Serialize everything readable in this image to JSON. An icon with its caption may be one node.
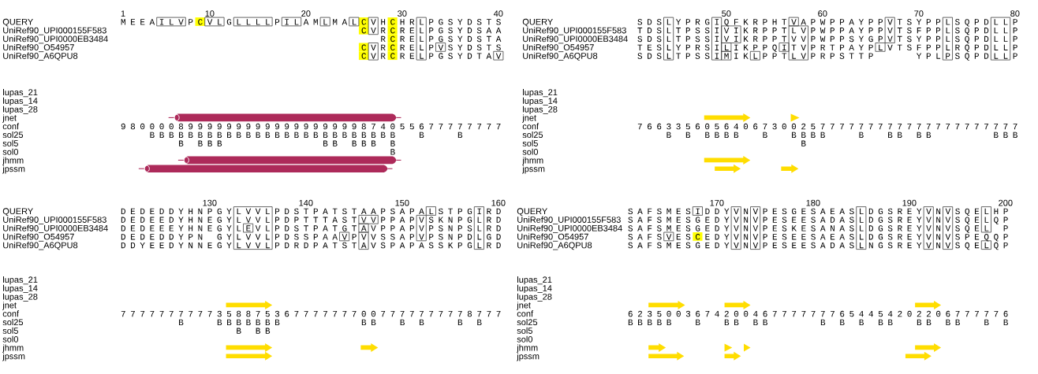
{
  "diagram": {
    "labels": [
      "1",
      "10",
      "20",
      "30",
      "40",
      "QUERY",
      "M E E A I L V P C V L G L L L L P I L A M L M A L C V H C H R L P G S Y D S T S",
      "UniRef90_UPI000155F583",
      "C V R C R E L P G S Y D S A A",
      "UniRef90_UPI0000EB3484",
      "R C R E L P G S Y D S T A",
      "UniRef90_O54957",
      "C V R C R E L P V S Y D S T S",
      "UniRef90_A6QPU8",
      "C V R C R E L P G S Y D T A V",
      "lupas_21",
      "lupas_14",
      "lupas_28",
      "jnet",
      "conf",
      "9 8 0 0 0 0 8 9 9 9 9 9 9 9 9 9 9 9 9 9 9 9 9 9 9 8 7 4 0 5 5 6 7 7 7 7 7 7 7 7",
      "sol25",
      "B B B B B B B B B B B B B B B B B B B B B B B B B B",
      "B",
      "B",
      "sol5",
      "B",
      "B B B",
      "B B",
      "B B B",
      "B",
      "sol0",
      "B",
      "jhmm",
      "jpssm",
      "50",
      "60",
      "70",
      "80",
      "QUERY",
      "S D S L Y P R G I Q F K R P H T V A P W P P A Y P P V T S Y P P L S Q P D L L P",
      "UniRef90_UPI000155F583",
      "T D S L T P S S I V I K R P P T L V P W P P A Y P P V T S F P P L S Q P D L L P",
      "UniRef90_UPI0000EB3484",
      "S D S L T P S S I V I K R P P T V V P W P P S Y G P V T S Y P P L S Q P D L L P",
      "UniRef90_O54957",
      "T E S L Y P R S I L I K P P Q I T V P R T P A Y P L V T S F P P L R Q P D L L P",
      "UniRef90_A6QPU8",
      "S D S L T P S S I M I K L P P T L V P R P S T T P",
      "Y P L P S Q P D L L P",
      "lupas_21",
      "lupas_14",
      "lupas_28",
      "jnet",
      "conf",
      "7 6 6 3 3 5 6 0 5 6 4 0 6 7 3 0 0 2 5 7 7 7 7 7 7 7 7 7 7 7 7 7 7 7 7 7 7 7 7 7",
      "sol25",
      "B",
      "B",
      "B B B B",
      "B",
      "B B B B",
      "B",
      "B B",
      "B B",
      "B B B",
      "sol5",
      "B",
      "sol0",
      "jhmm",
      "jpssm",
      "130",
      "140",
      "150",
      "160",
      "QUERY",
      "D E D E D D Y H N P G Y L V V L P D S T P A T S T A A P S A P A L S T P G I R D",
      "UniRef90_UPI000155F583",
      "D E D E E D Y H N E G Y L V V L P D P T T T A S T V V P P A P V S K N P G L R D",
      "UniRef90_UPI0000EB3484",
      "D E D E E E Y H N E G Y L E V L P D S T P A T G T A V P P A P V P S N P S L R D",
      "UniRef90_O54957",
      "D E D E D D Y P N",
      "G Y L V V L P D S S P A A V P V V S S A P V P S N P D L G D",
      "UniRef90_A6QPU8",
      "D D Y E E D Y N N E G Y L V V L P D R D P A T S T A V S P A P A S S K P G L R D",
      "lupas_21",
      "lupas_14",
      "lupas_28",
      "jnet",
      "conf",
      "7 7 7 7 7 7 7 7 7 7 3 5 8 8 7 5 3 6 7 7 7 7 7 7 7 0 0 7 7 7 7 7 7 7 7 7 8 7 7 7",
      "sol25",
      "B",
      "B B B B B B B",
      "B B",
      "B",
      "B",
      "B",
      "B",
      "sol5",
      "B",
      "B B",
      "sol0",
      "jhmm",
      "jpssm",
      "170",
      "180",
      "190",
      "200",
      "QUERY",
      "S A F S M E S I D D Y V N V P E S G E S A E A S L D G S R E Y V N V S Q E L H P",
      "UniRef90_UPI000155F583",
      "S A F S M E S G E D Y V N V P E S E E S A D A S L D G S R E Y V N V S Q E L Q P",
      "UniRef90_UPI0000EB3484",
      "S A F S M E S G E D Y V N V P E S K E S A N A S L D G S R E Y V N V S Q E L",
      "P",
      "UniRef90_O54957",
      "S A F S V E S C E D Y V N V P E S E E S A E A S L D G S R E Y V N V S P E Q Q P",
      "UniRef90_A6QPU8",
      "S A F S M E S G E D Y V N V P E S E E S A D A S L N G S R E Y V N V S Q E L Q P",
      "lupas_21",
      "lupas_14",
      "lupas_28",
      "jnet",
      "conf",
      "6 2 3 5 0 0 3 6 7 4 2 0 0 4 6 7 7 7 7 7 7 7 6 5 4 4 5 4 2 0 2 2 0 6 7 7 7 7 7 6",
      "sol25",
      "B B B B B",
      "B",
      "B B",
      "B B",
      "B",
      "B",
      "B",
      "B B",
      "B B",
      "B B",
      "B",
      "B",
      "sol5",
      "sol0",
      "jhmm",
      "jpssm"
    ]
  }
}
